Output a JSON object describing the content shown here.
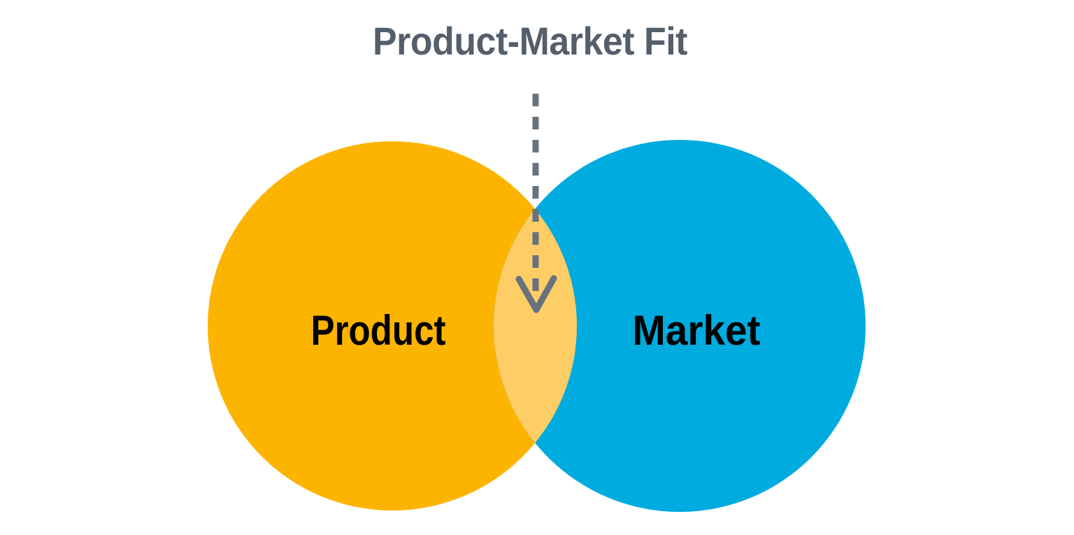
{
  "diagram": {
    "title": {
      "text": "Product-Market Fit",
      "color": "#545F6B"
    },
    "arrow": {
      "style": "dashed",
      "color": "#67727D"
    },
    "circles": [
      {
        "id": "product",
        "label": "Product",
        "fill": "#FDB400",
        "label_color": "#000000"
      },
      {
        "id": "market",
        "label": "Market",
        "fill": "#00ABDF",
        "label_color": "#000000"
      }
    ],
    "overlap": {
      "fill": "#FECD66"
    },
    "background": "#FFFFFF"
  }
}
